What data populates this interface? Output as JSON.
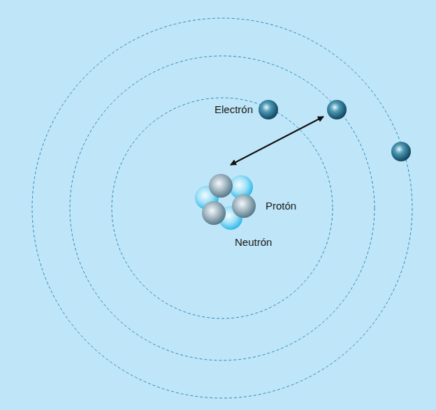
{
  "diagram": {
    "labels": [
      "Electrón",
      "Protón",
      "Neutrón"
    ]
  }
}
